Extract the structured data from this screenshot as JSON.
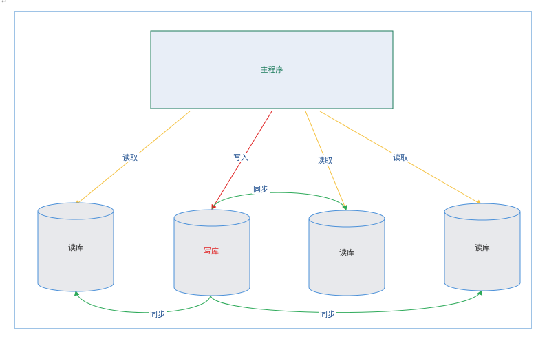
{
  "paragraph_mark": "↵",
  "main_program": {
    "label": "主程序"
  },
  "databases": [
    {
      "label": "读库"
    },
    {
      "label": "写库"
    },
    {
      "label": "读库"
    },
    {
      "label": "读库"
    }
  ],
  "edges": {
    "read_1": "读取",
    "write": "写入",
    "read_2": "读取",
    "read_3": "读取",
    "sync_top": "同步",
    "sync_bottom_left": "同步",
    "sync_bottom_right": "同步"
  },
  "colors": {
    "read_arrow": "#f5c242",
    "write_arrow": "#e02020",
    "sync_arrow": "#2eaa5a",
    "main_fill": "#e8eef7",
    "main_border": "#1a7a5a",
    "db_fill": "#e8e9ec",
    "db_border": "#4a90d9",
    "frame_border": "#9ec3e6"
  }
}
